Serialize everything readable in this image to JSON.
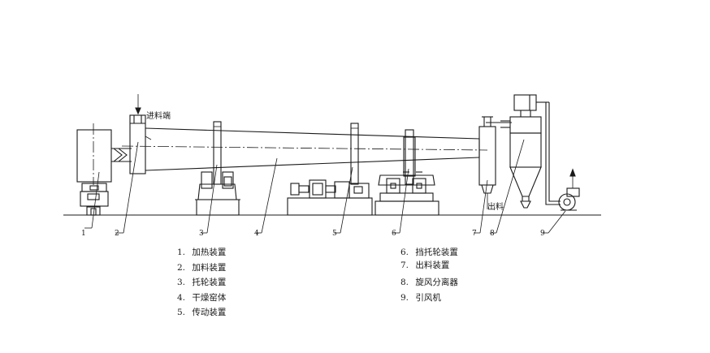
{
  "labels": {
    "feed_end": "进料端",
    "discharge": "出料"
  },
  "part_numbers": [
    "1",
    "2",
    "3",
    "4",
    "5",
    "6",
    "7",
    "8",
    "9"
  ],
  "legend_left": [
    {
      "num": "1.",
      "text": "加热装置"
    },
    {
      "num": "2.",
      "text": "加料装置"
    },
    {
      "num": "3.",
      "text": "托轮装置"
    },
    {
      "num": "4.",
      "text": "干燥窑体"
    },
    {
      "num": "5.",
      "text": "传动装置"
    }
  ],
  "legend_right": [
    {
      "num": "6.",
      "text": "挡托轮装置"
    },
    {
      "num": "7.",
      "text": "出料装置"
    },
    {
      "num": "8.",
      "text": "旋风分离器"
    },
    {
      "num": "9.",
      "text": "引风机"
    }
  ]
}
